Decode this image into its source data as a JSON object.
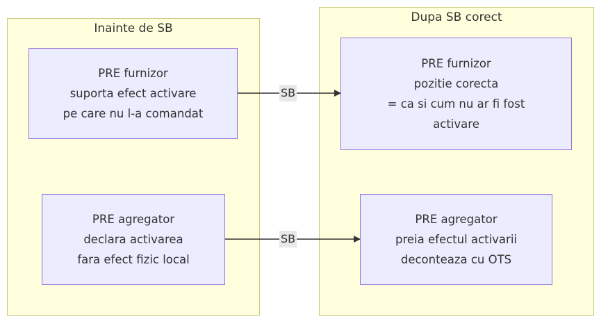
{
  "clusters": {
    "before": {
      "title": "Inainte de SB"
    },
    "after": {
      "title": "Dupa SB corect"
    }
  },
  "nodes": {
    "furnizor_before": {
      "lines": [
        "PRE furnizor",
        "suporta efect activare",
        "pe care nu l-a comandat"
      ]
    },
    "agregator_before": {
      "lines": [
        "PRE agregator",
        "declara activarea",
        "fara efect fizic local"
      ]
    },
    "furnizor_after": {
      "lines": [
        "PRE furnizor",
        "pozitie corecta",
        "= ca si cum nu ar fi fost",
        "activare"
      ]
    },
    "agregator_after": {
      "lines": [
        "PRE agregator",
        "preia efectul activarii",
        "deconteaza cu OTS"
      ]
    }
  },
  "edges": {
    "top": {
      "label": "SB"
    },
    "bottom": {
      "label": "SB"
    }
  },
  "colors": {
    "cluster_fill": "#ffffde",
    "cluster_border": "#c8c87a",
    "node_fill": "#ececff",
    "node_border": "#9370db",
    "edge": "#333333",
    "edge_label_bg": "#e8e8e8"
  }
}
